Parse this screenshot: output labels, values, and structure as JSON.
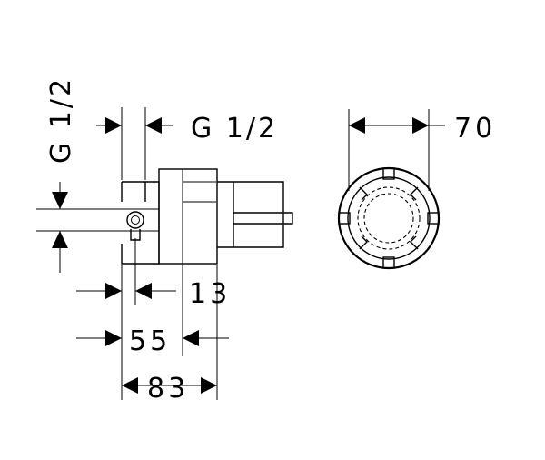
{
  "dimensions": {
    "side_thread_vertical": "G 1/2",
    "side_thread_horizontal": "G 1/2",
    "front_diameter": "70",
    "offset_13": "13",
    "depth_55": "55",
    "depth_83": "83"
  }
}
